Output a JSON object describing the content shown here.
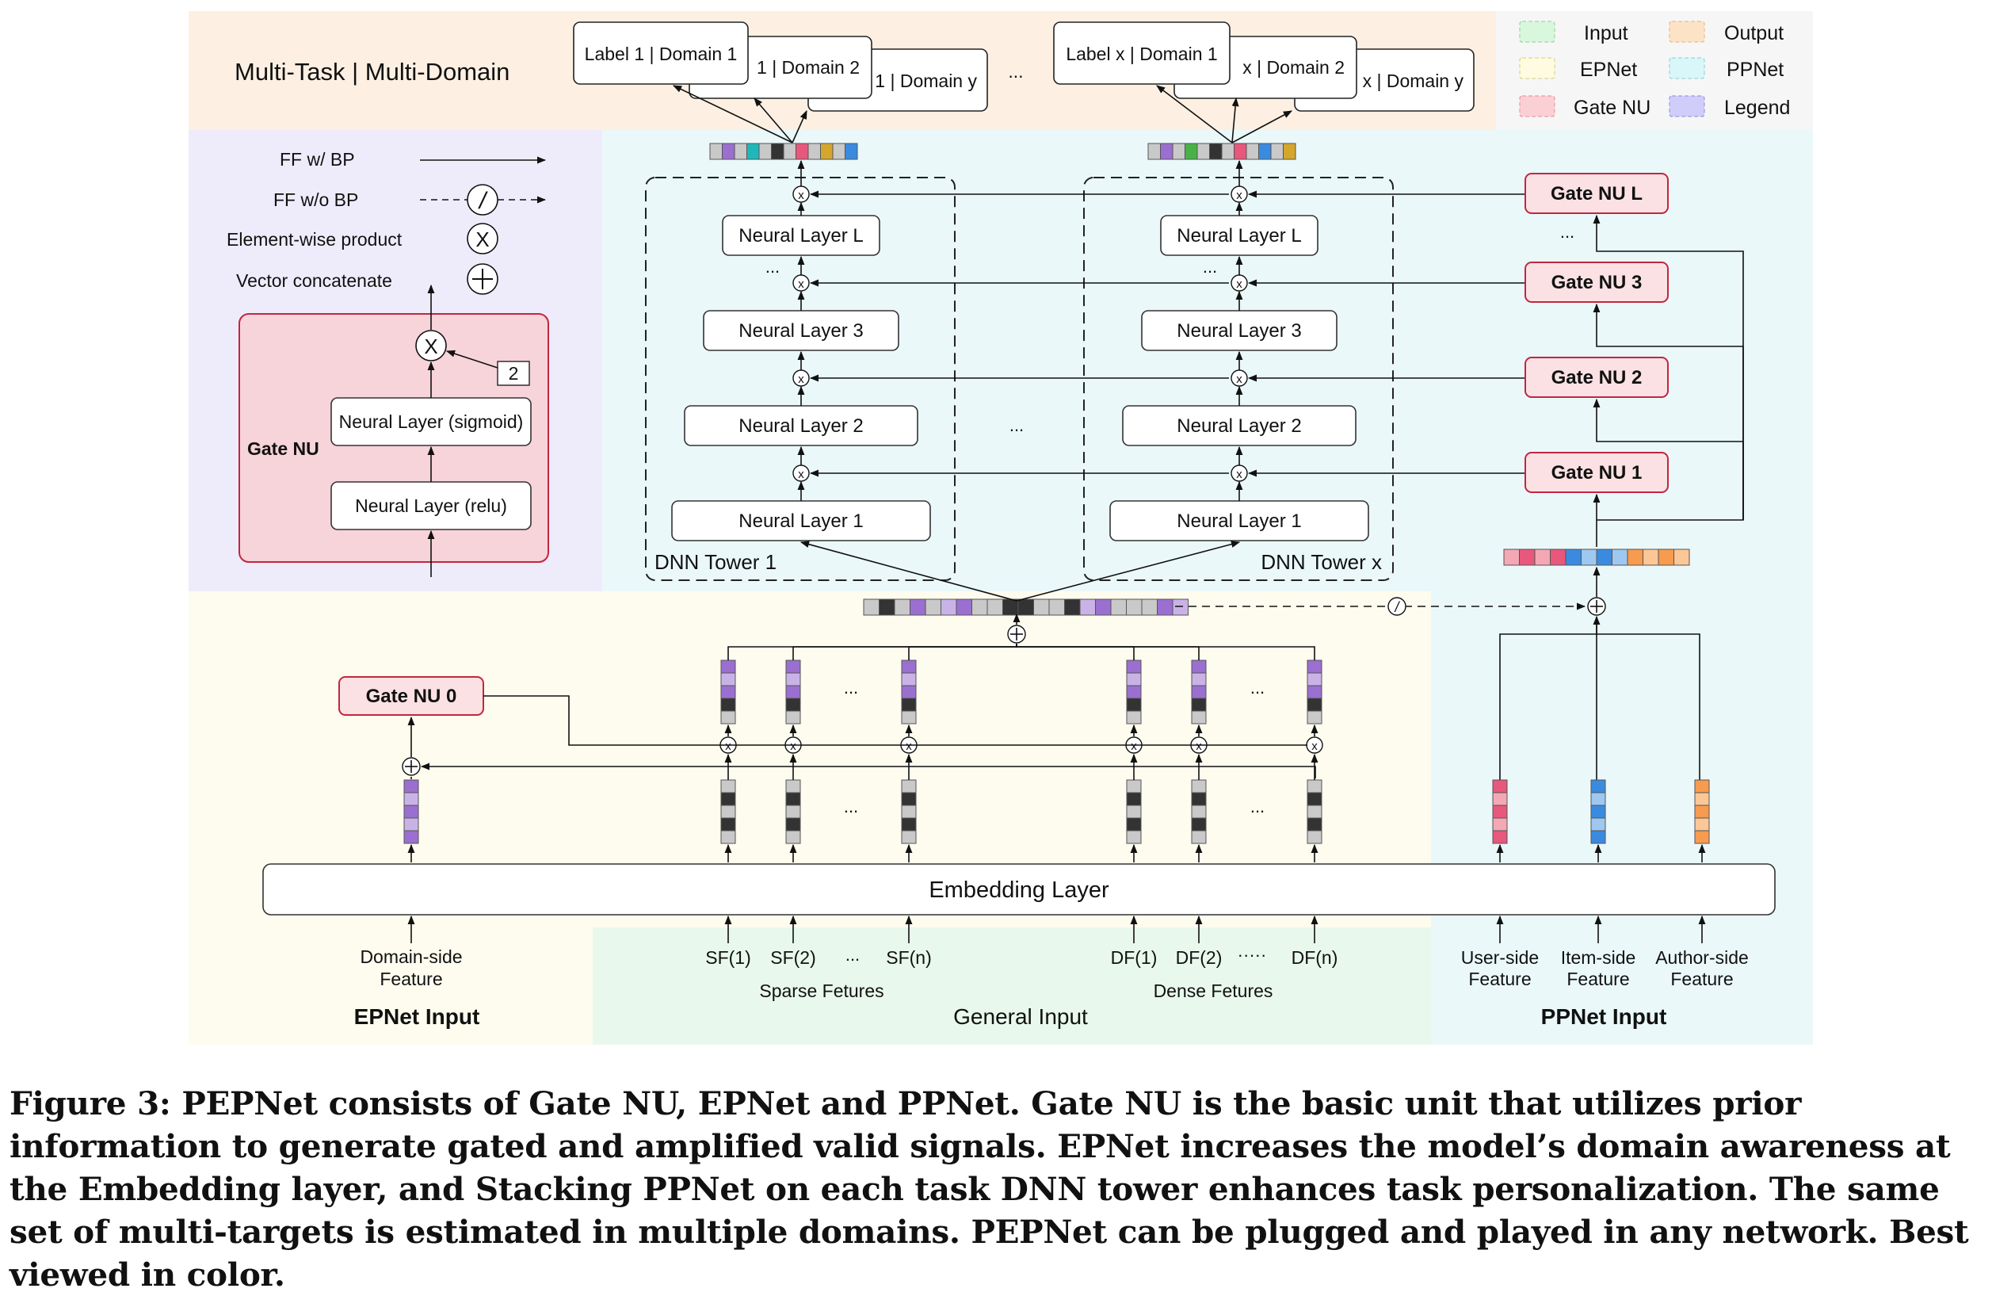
{
  "legend": {
    "input": "Input",
    "output": "Output",
    "epnet": "EPNet",
    "ppnet": "PPNet",
    "gate_nu": "Gate NU",
    "legend": "Legend",
    "colors": {
      "input": "#d9f7dd",
      "output": "#fde3c6",
      "epnet": "#fdfbe0",
      "ppnet": "#d9f6f9",
      "gate_nu": "#fbd0d4",
      "legend": "#d0cdfa"
    }
  },
  "symbols": {
    "ff_bp": "FF w/ BP",
    "ff_no_bp": "FF w/o BP",
    "elementwise": "Element-wise product",
    "concat": "Vector concatenate",
    "times": "x",
    "times_big": "X",
    "slash": "/",
    "two": "2"
  },
  "gate_nu_block": {
    "title": "Gate NU",
    "sigmoid_layer": "Neural Layer (sigmoid)",
    "relu_layer": "Neural Layer (relu)"
  },
  "output": {
    "title": "Multi-Task | Multi-Domain",
    "tower1_labels": [
      "Label 1 | Domain 1",
      "1 | Domain 2",
      "1 | Domain y"
    ],
    "towerx_labels": [
      "Label x | Domain 1",
      "x | Domain 2",
      "x | Domain y"
    ],
    "dots": "..."
  },
  "towers": {
    "layers": [
      "Neural Layer 1",
      "Neural Layer 2",
      "Neural Layer 3",
      "Neural Layer L"
    ],
    "tower1_name": "DNN Tower 1",
    "towerx_name": "DNN Tower x",
    "dots": "...",
    "dots_wide": "·····"
  },
  "ppnet_gates": [
    "Gate NU 1",
    "Gate NU 2",
    "Gate NU 3",
    "Gate NU L"
  ],
  "epnet_gate": "Gate NU 0",
  "embedding_layer": "Embedding Layer",
  "inputs": {
    "domain_feature": [
      "Domain-side",
      "Feature"
    ],
    "sparse": [
      "SF(1)",
      "SF(2)",
      "SF(n)"
    ],
    "sparse_group": "Sparse Fetures",
    "dense": [
      "DF(1)",
      "DF(2)",
      "DF(n)"
    ],
    "dense_group": "Dense Fetures",
    "user_feature": [
      "User-side",
      "Feature"
    ],
    "item_feature": [
      "Item-side",
      "Feature"
    ],
    "author_feature": [
      "Author-side",
      "Feature"
    ],
    "epnet_input": "EPNet Input",
    "general_input": "General Input",
    "ppnet_input": "PPNet Input"
  },
  "caption": "Figure 3: PEPNet consists of Gate NU, EPNet and PPNet. Gate NU is the basic unit that utilizes prior information to generate gated and amplified valid signals. EPNet increases the model’s domain awareness at the Embedding layer, and Stacking PPNet on each task DNN tower enhances task personalization. The same set of multi-targets is estimated in multiple domains. PEPNet can be plugged and played in any network. Best viewed in color.",
  "vector_colors": {
    "top1": [
      "#c9c9c9",
      "#9b6fd0",
      "#c9c9c9",
      "#1fb8b8",
      "#c9c9c9",
      "#333333",
      "#c9c9c9",
      "#e8577c",
      "#c9c9c9",
      "#d4a72c",
      "#c9c9c9",
      "#3a8be0"
    ],
    "topx": [
      "#c9c9c9",
      "#9b6fd0",
      "#c9c9c9",
      "#47b347",
      "#c9c9c9",
      "#333333",
      "#c9c9c9",
      "#e8577c",
      "#c9c9c9",
      "#3a8be0",
      "#c9c9c9",
      "#d4a72c"
    ],
    "mid": [
      "#c9c9c9",
      "#333333",
      "#c9c9c9",
      "#9b6fd0",
      "#c9c9c9",
      "#c9b3e6",
      "#9b6fd0",
      "#c9c9c9",
      "#c9c9c9",
      "#333333",
      "#333333",
      "#c9c9c9",
      "#c9c9c9",
      "#333333",
      "#c9b3e6",
      "#9b6fd0",
      "#c9c9c9",
      "#c9c9c9",
      "#c9c9c9",
      "#9b6fd0",
      "#c9b3e6"
    ],
    "pp": [
      "#f4a8b4",
      "#e8577c",
      "#f4a8b4",
      "#e8577c",
      "#3a8be0",
      "#9ec8f0",
      "#3a8be0",
      "#9ec8f0",
      "#f79b4e",
      "#fbc796",
      "#f79b4e",
      "#fbc796"
    ]
  }
}
